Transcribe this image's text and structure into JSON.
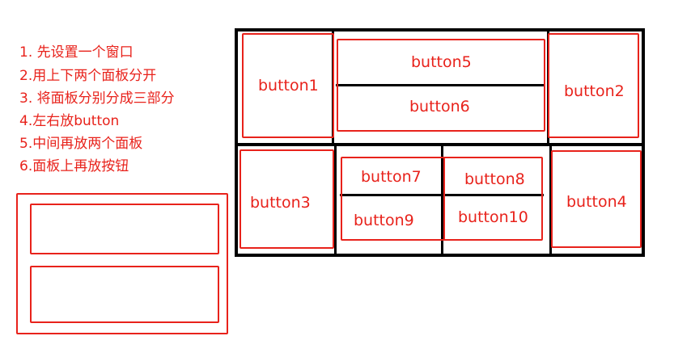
{
  "steps": [
    "1. 先设置一个窗口",
    "2.用上下两个面板分开",
    "3. 将面板分别分成三部分",
    "4.左右放button",
    "5.中间再放两个面板",
    "6.面板上再放按钮"
  ],
  "buttons": {
    "b1": "button1",
    "b2": "button2",
    "b3": "button3",
    "b4": "button4",
    "b5": "button5",
    "b6": "button6",
    "b7": "button7",
    "b8": "button8",
    "b9": "button9",
    "b10": "button10"
  },
  "colors": {
    "annotation": "#e8221b",
    "frame": "#000000"
  }
}
